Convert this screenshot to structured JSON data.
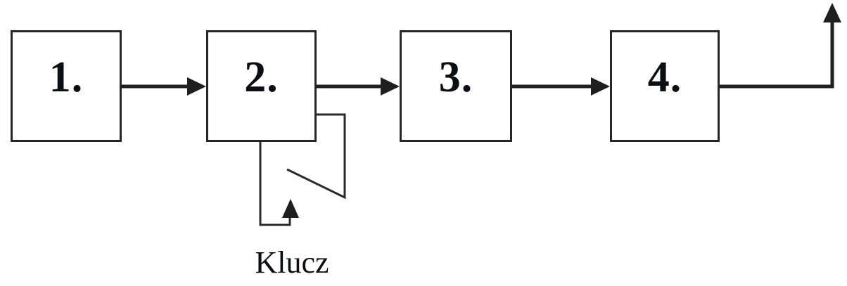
{
  "diagram": {
    "blocks": [
      {
        "id": "1",
        "label": "1."
      },
      {
        "id": "2",
        "label": "2."
      },
      {
        "id": "3",
        "label": "3."
      },
      {
        "id": "4",
        "label": "4."
      }
    ],
    "key": {
      "label": "Klucz"
    },
    "edges": [
      {
        "from": "1",
        "to": "2",
        "type": "arrow"
      },
      {
        "from": "2",
        "to": "3",
        "type": "arrow"
      },
      {
        "from": "3",
        "to": "4",
        "type": "arrow"
      },
      {
        "from": "4",
        "to": "output",
        "type": "arrow-up"
      },
      {
        "from": "klucz",
        "to": "2",
        "type": "switch-branch"
      }
    ],
    "colors": {
      "line": "#1f1f1f",
      "text": "#0d0d14",
      "background": "#ffffff"
    }
  }
}
